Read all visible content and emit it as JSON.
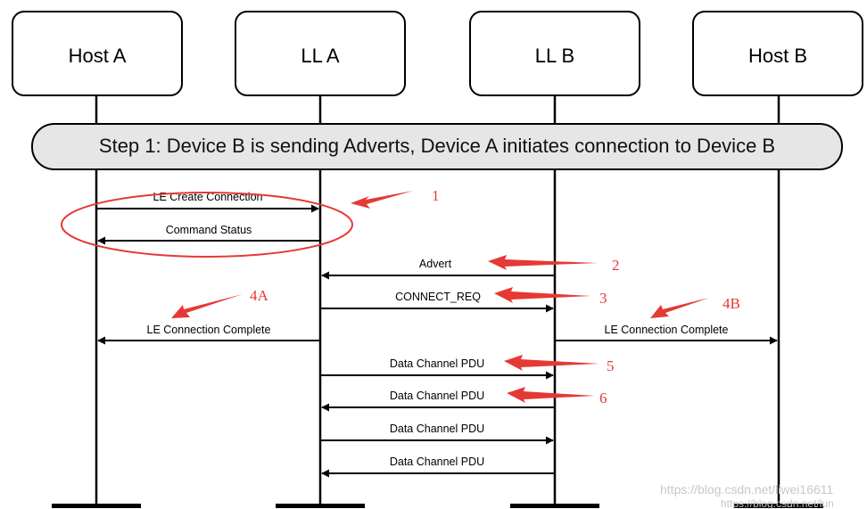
{
  "lanes": [
    {
      "id": "host-a",
      "label": "Host A"
    },
    {
      "id": "ll-a",
      "label": "LL A"
    },
    {
      "id": "ll-b",
      "label": "LL B"
    },
    {
      "id": "host-b",
      "label": "Host B"
    }
  ],
  "step": {
    "label": "Step 1: Device B is sending Adverts, Device A initiates connection to Device B"
  },
  "messages": [
    {
      "id": "le-create-connection",
      "label": "LE Create Connection",
      "from": "host-a",
      "to": "ll-a"
    },
    {
      "id": "command-status",
      "label": "Command Status",
      "from": "ll-a",
      "to": "host-a"
    },
    {
      "id": "advert",
      "label": "Advert",
      "from": "ll-b",
      "to": "ll-a"
    },
    {
      "id": "connect-req",
      "label": "CONNECT_REQ",
      "from": "ll-a",
      "to": "ll-b"
    },
    {
      "id": "le-connection-complete-a",
      "label": "LE Connection Complete",
      "from": "ll-a",
      "to": "host-a"
    },
    {
      "id": "le-connection-complete-b",
      "label": "LE Connection Complete",
      "from": "ll-b",
      "to": "host-b"
    },
    {
      "id": "data-channel-pdu-1",
      "label": "Data Channel PDU",
      "from": "ll-a",
      "to": "ll-b"
    },
    {
      "id": "data-channel-pdu-2",
      "label": "Data Channel PDU",
      "from": "ll-b",
      "to": "ll-a"
    },
    {
      "id": "data-channel-pdu-3",
      "label": "Data Channel PDU",
      "from": "ll-a",
      "to": "ll-b"
    },
    {
      "id": "data-channel-pdu-4",
      "label": "Data Channel PDU",
      "from": "ll-b",
      "to": "ll-a"
    }
  ],
  "annotations": [
    {
      "id": "anno-1",
      "label": "1"
    },
    {
      "id": "anno-2",
      "label": "2"
    },
    {
      "id": "anno-3",
      "label": "3"
    },
    {
      "id": "anno-4a",
      "label": "4A"
    },
    {
      "id": "anno-4b",
      "label": "4B"
    },
    {
      "id": "anno-5",
      "label": "5"
    },
    {
      "id": "anno-6",
      "label": "6"
    }
  ],
  "watermark": {
    "line1": "https://blog.csdn.net/liwei16611",
    "line2": "https://blog.csdn.net/lun"
  },
  "colors": {
    "line": "#000000",
    "annotation": "#e53935",
    "step_fill": "#e6e6e6",
    "watermark": "#c8c8c8"
  }
}
